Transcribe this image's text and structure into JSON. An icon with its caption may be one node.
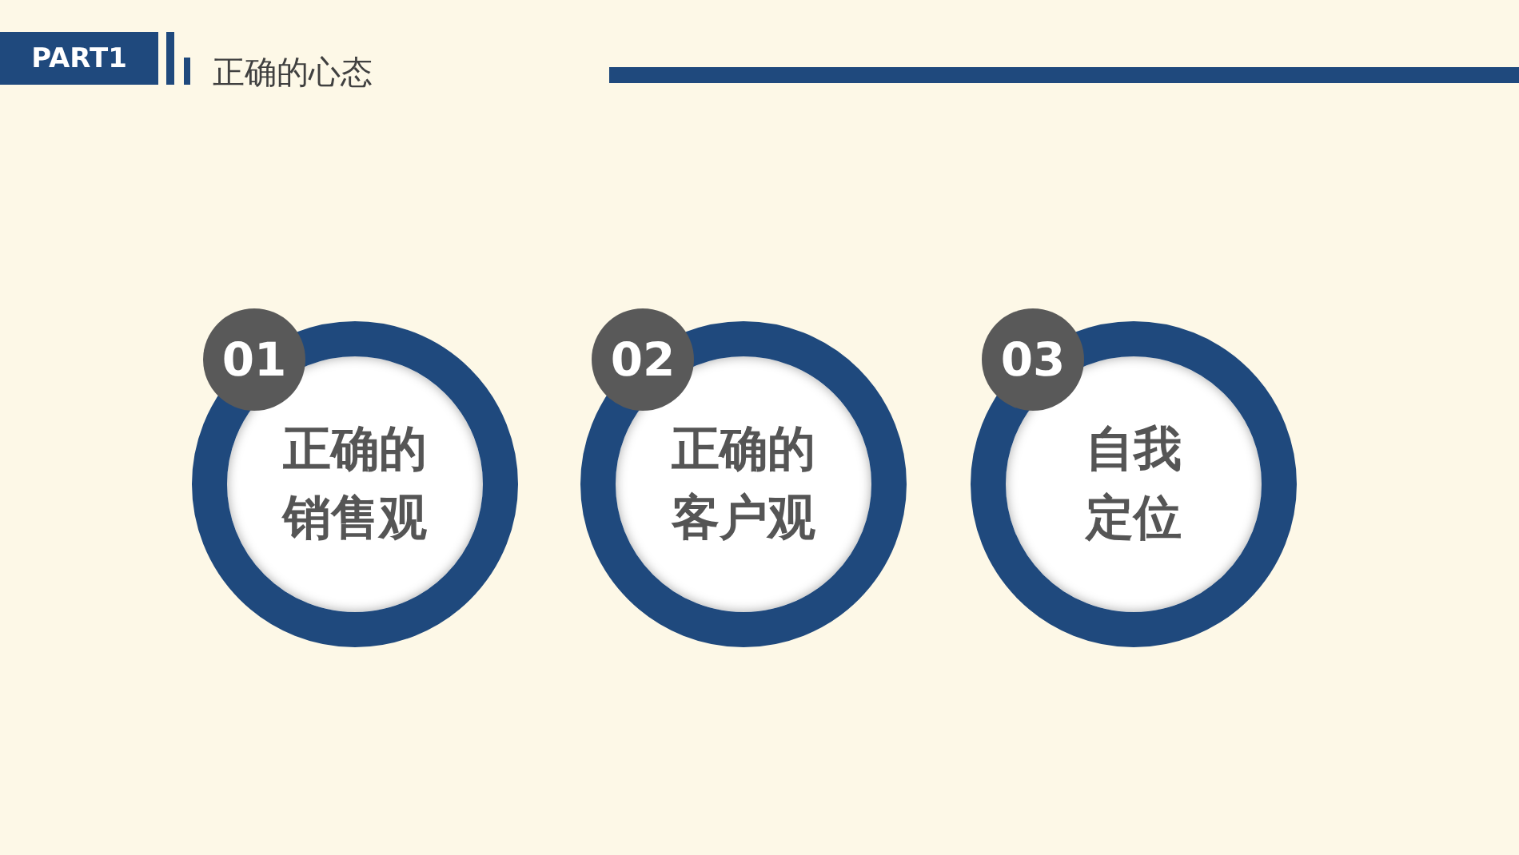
{
  "diagram": {
    "title": "正确的心态",
    "nodes": [
      {
        "text": [
          "PART1"
        ]
      },
      {
        "text": [
          "01"
        ]
      },
      {
        "text": [
          "正确的销售观"
        ]
      },
      {
        "text": [
          "02"
        ]
      },
      {
        "text": [
          "正确的客户观"
        ]
      },
      {
        "text": [
          "03"
        ]
      },
      {
        "text": [
          "自我定位"
        ]
      }
    ]
  }
}
